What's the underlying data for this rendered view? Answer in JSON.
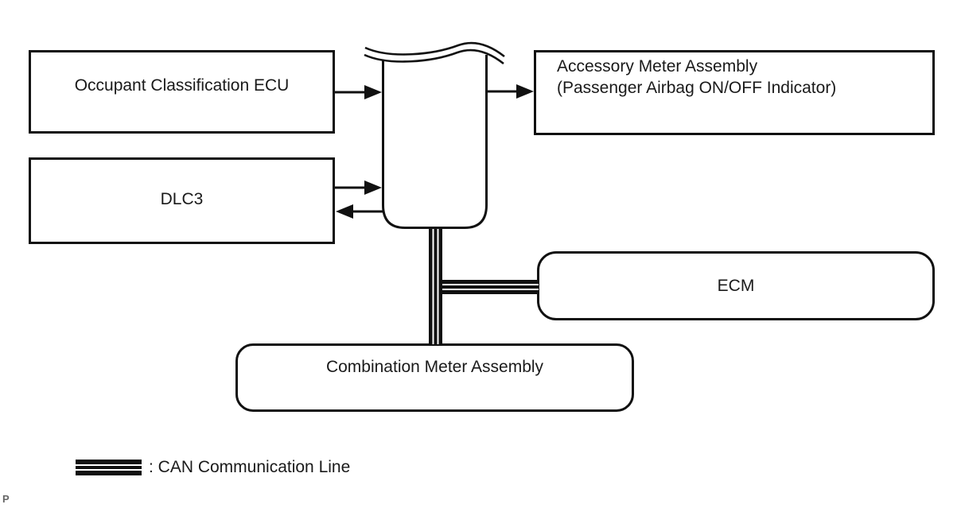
{
  "diagram": {
    "title_hint": "CAN communication system diagram",
    "nodes": {
      "occupant_ecu": {
        "label": "Occupant Classification ECU",
        "shape": "rectangle"
      },
      "dlc3": {
        "label": "DLC3",
        "shape": "rectangle"
      },
      "accessory_meter": {
        "label_line1": "Accessory Meter Assembly",
        "label_line2": "(Passenger Airbag ON/OFF Indicator)",
        "shape": "rectangle"
      },
      "ecm": {
        "label": "ECM",
        "shape": "rounded-rectangle"
      },
      "combination_meter": {
        "label": "Combination Meter Assembly",
        "shape": "rounded-rectangle"
      },
      "bus": {
        "label": "",
        "shape": "torn-top-rectangle"
      }
    },
    "connections": [
      {
        "from": "occupant_ecu",
        "to": "bus",
        "type": "arrow"
      },
      {
        "from": "bus",
        "to": "accessory_meter",
        "type": "arrow"
      },
      {
        "from": "dlc3",
        "to": "bus",
        "type": "arrow"
      },
      {
        "from": "bus",
        "to": "dlc3",
        "type": "arrow"
      },
      {
        "from": "bus",
        "to": "combination_meter",
        "type": "can-line"
      },
      {
        "from": "bus",
        "to": "ecm",
        "type": "can-line"
      }
    ],
    "legend": {
      "label": ": CAN Communication Line",
      "swatch": "can-striped-line"
    },
    "watermark": "P",
    "colors": {
      "background": "#ffffff",
      "line": "#111111",
      "text": "#1a1a1a",
      "watermark": "#666666"
    }
  }
}
